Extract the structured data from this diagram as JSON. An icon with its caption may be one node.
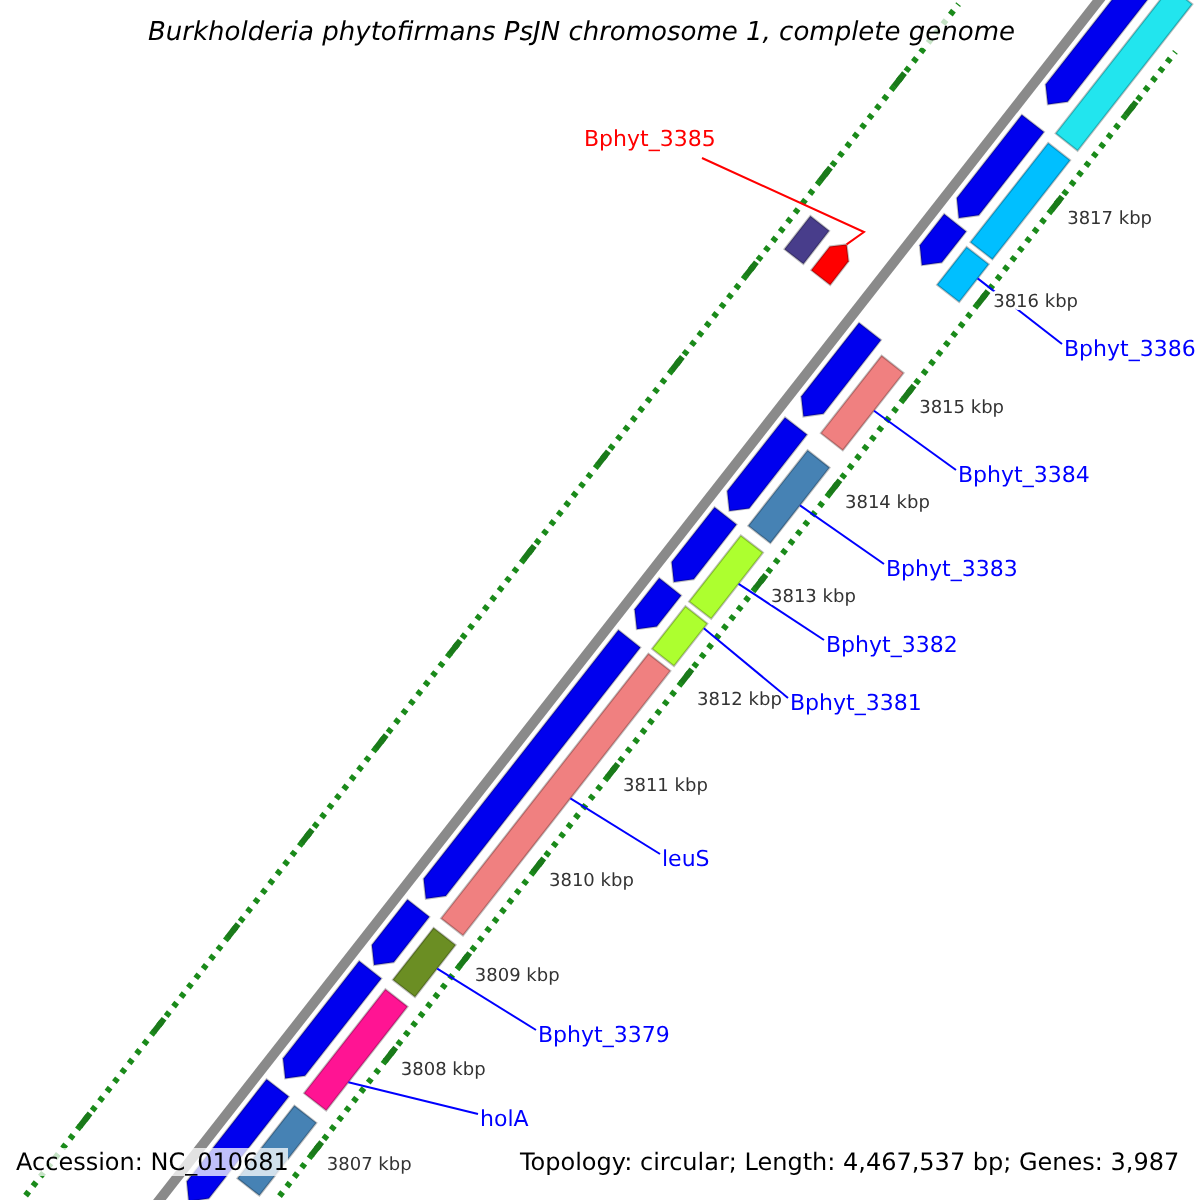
{
  "diagram": {
    "title": "Burkholderia phytofirmans PsJN chromosome 1, complete genome",
    "nodes": [
      {
        "text": [
          "Bphyt_3385"
        ]
      },
      {
        "text": [],
        "shape": "bar"
      },
      {
        "text": [
          "Bphyt_3386"
        ]
      },
      {
        "text": [],
        "shape": "bar"
      },
      {
        "text": [
          "Bphyt_3384"
        ]
      },
      {
        "text": [],
        "shape": "bar"
      },
      {
        "text": [
          "Bphyt_3383"
        ]
      },
      {
        "text": [],
        "shape": "bar"
      },
      {
        "text": [
          "Bphyt_3382"
        ]
      },
      {
        "text": [],
        "shape": "bar"
      },
      {
        "text": [
          "Bphyt_3381"
        ]
      },
      {
        "text": [],
        "shape": "bar"
      },
      {
        "text": [
          "leuS"
        ]
      },
      {
        "text": [],
        "shape": "bar"
      },
      {
        "text": [
          "Bphyt_3379"
        ]
      },
      {
        "text": [],
        "shape": "bar"
      },
      {
        "text": [
          "holA"
        ]
      },
      {
        "text": [],
        "shape": "bar"
      },
      {
        "text": [],
        "shape": "bar"
      },
      {
        "text": [],
        "shape": "bar"
      },
      {
        "text": [],
        "shape": "bar"
      },
      {
        "text": [],
        "shape": "bar"
      },
      {
        "text": [],
        "shape": "bar"
      },
      {
        "text": [],
        "shape": "bar"
      },
      {
        "text": [],
        "shape": "bar"
      },
      {
        "text": [],
        "shape": "bar"
      },
      {
        "text": [],
        "shape": "bar"
      },
      {
        "text": [],
        "shape": "bar"
      },
      {
        "text": [],
        "shape": "bar"
      },
      {
        "text": [],
        "shape": "bar"
      },
      {
        "text": [],
        "shape": "bar"
      },
      {
        "text": [],
        "shape": "bar"
      },
      {
        "text": [],
        "shape": "bar"
      }
    ],
    "edges": [
      {
        "from": 0,
        "to": 1,
        "arrow": "none",
        "color": "#ff0000"
      },
      {
        "from": 2,
        "to": 3,
        "arrow": "none"
      },
      {
        "from": 4,
        "to": 5,
        "arrow": "none"
      },
      {
        "from": 6,
        "to": 7,
        "arrow": "none"
      },
      {
        "from": 8,
        "to": 9,
        "arrow": "none"
      },
      {
        "from": 10,
        "to": 11,
        "arrow": "none"
      },
      {
        "from": 12,
        "to": 13,
        "arrow": "none"
      },
      {
        "from": 14,
        "to": 15,
        "arrow": "none"
      },
      {
        "from": 16,
        "to": 17,
        "arrow": "none"
      }
    ],
    "labels": [
      "3817 kbp",
      "3816 kbp",
      "3815 kbp",
      "3814 kbp",
      "3813 kbp",
      "3812 kbp",
      "3811 kbp",
      "3810 kbp",
      "3809 kbp",
      "3808 kbp",
      "3807 kbp",
      "Accession: NC_010681",
      "Topology: circular; Length: 4,467,537 bp; Genes: 3,987"
    ]
  }
}
